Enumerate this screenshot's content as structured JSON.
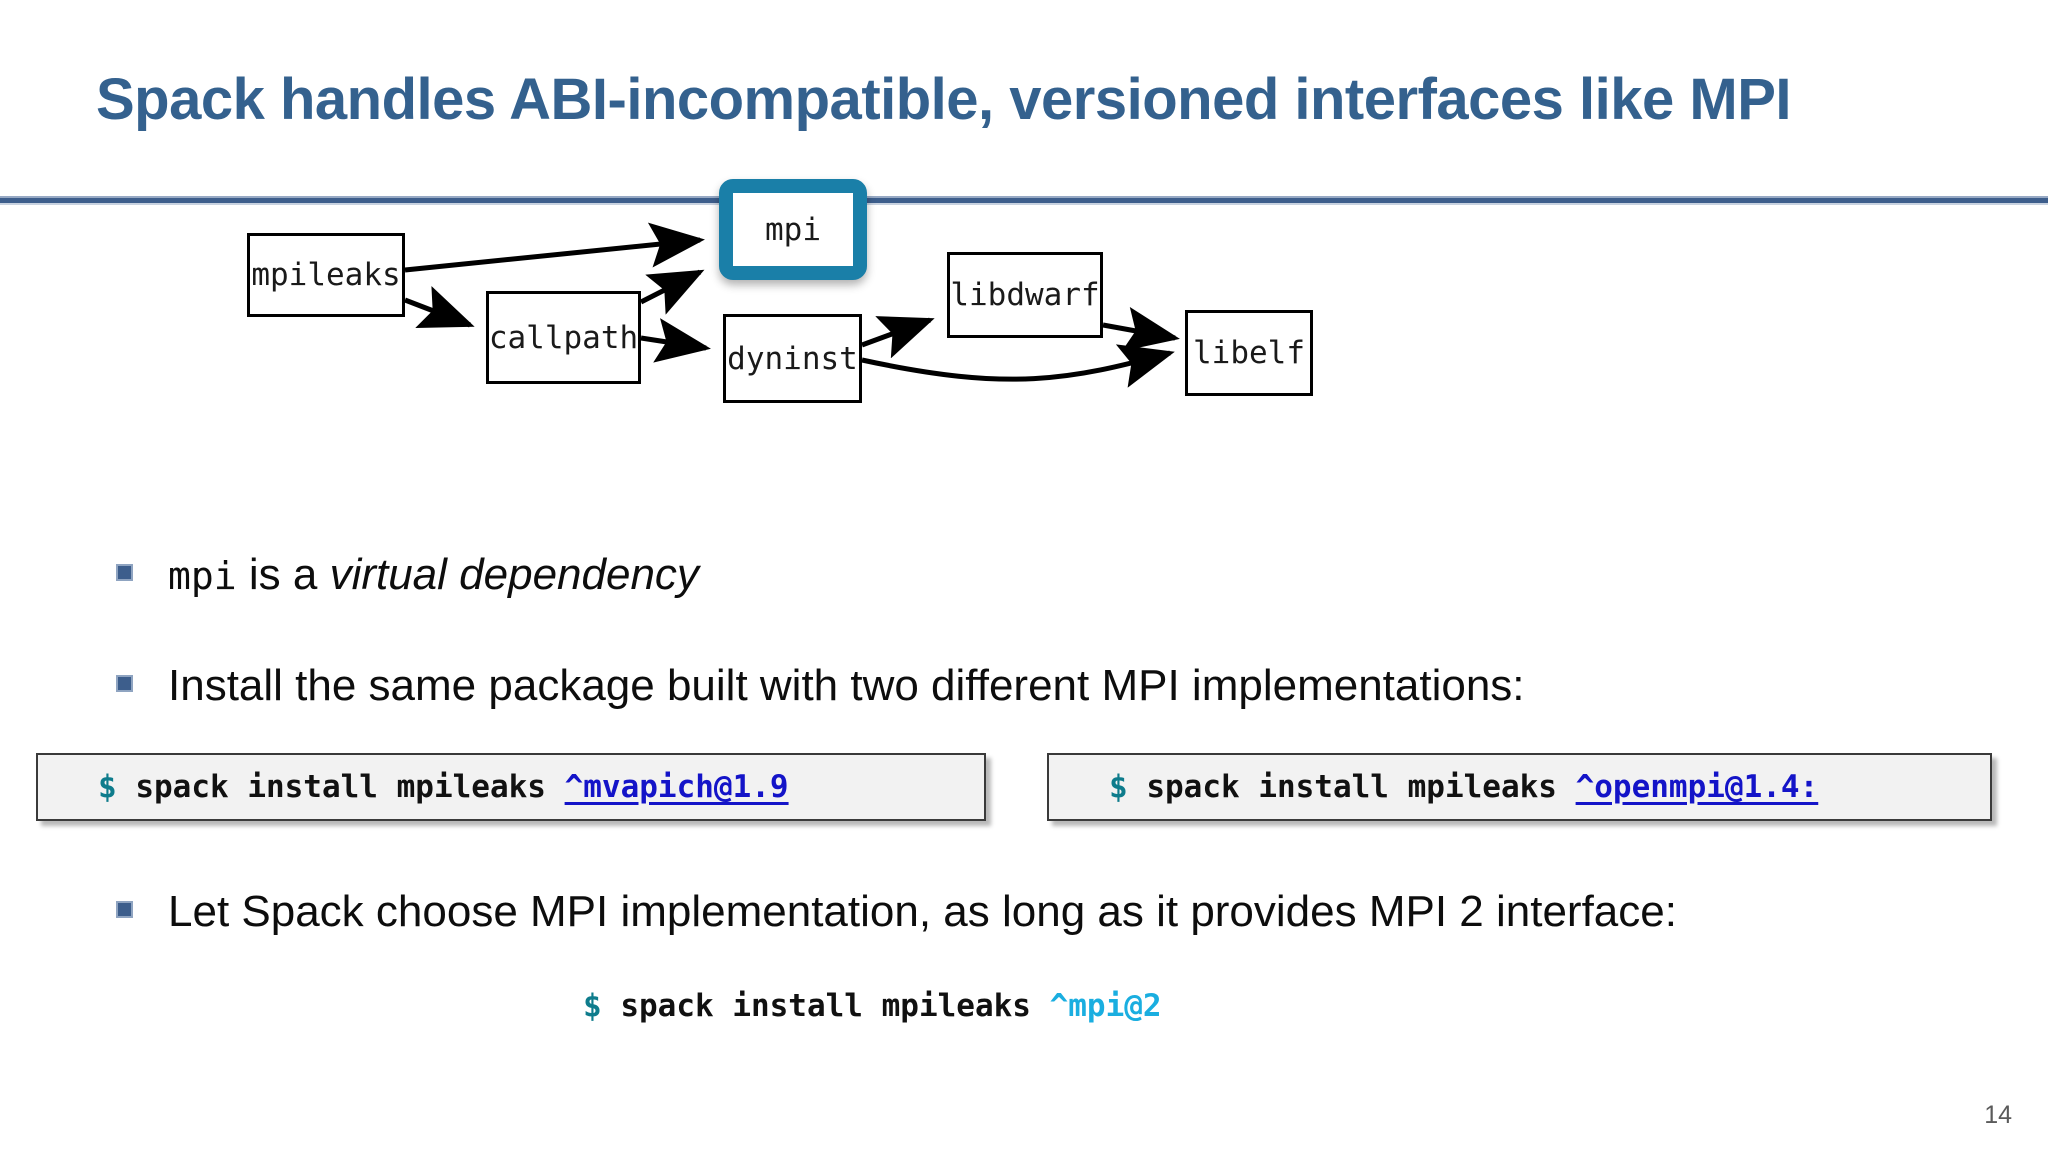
{
  "slide": {
    "title": "Spack handles ABI-incompatible, versioned interfaces like MPI",
    "page_number": "14",
    "accent_color": "#34618e",
    "rule_color": "#3d5e8c",
    "highlight_color": "#1a7fa8"
  },
  "diagram": {
    "type": "dependency-dag",
    "nodes": [
      {
        "id": "mpileaks",
        "label": "mpileaks",
        "highlighted": false
      },
      {
        "id": "callpath",
        "label": "callpath",
        "highlighted": false
      },
      {
        "id": "mpi",
        "label": "mpi",
        "highlighted": true
      },
      {
        "id": "dyninst",
        "label": "dyninst",
        "highlighted": false
      },
      {
        "id": "libdwarf",
        "label": "libdwarf",
        "highlighted": false
      },
      {
        "id": "libelf",
        "label": "libelf",
        "highlighted": false
      }
    ],
    "edges": [
      {
        "from": "mpileaks",
        "to": "mpi"
      },
      {
        "from": "mpileaks",
        "to": "callpath"
      },
      {
        "from": "callpath",
        "to": "mpi"
      },
      {
        "from": "callpath",
        "to": "dyninst"
      },
      {
        "from": "dyninst",
        "to": "libdwarf"
      },
      {
        "from": "dyninst",
        "to": "libelf"
      },
      {
        "from": "libdwarf",
        "to": "libelf"
      }
    ]
  },
  "bullets": {
    "b1": {
      "code_word": "mpi",
      "plain": " is a ",
      "italic": "virtual dependency"
    },
    "b2": {
      "text": "Install the same package built with two different MPI implementations:"
    },
    "b3": {
      "text": "Let Spack choose MPI implementation, as long as it provides MPI 2 interface:"
    }
  },
  "code": {
    "left": {
      "prompt": "$",
      "command": " spack install mpileaks ",
      "arg": "^mvapich@1.9"
    },
    "right": {
      "prompt": "$",
      "command": " spack install mpileaks ",
      "arg": "^openmpi@1.4:"
    },
    "bottom": {
      "prompt": "$",
      "command": " spack install mpileaks ",
      "arg": "^mpi@2"
    }
  }
}
